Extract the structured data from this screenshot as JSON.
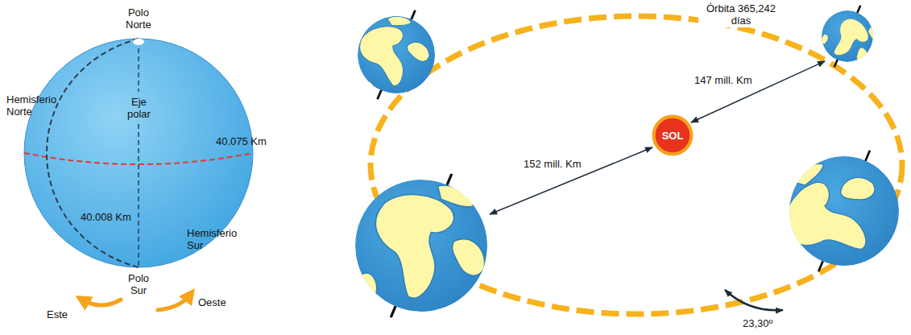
{
  "diagram": {
    "nodes": [
      {
        "text": [
          "SOL"
        ]
      }
    ],
    "labels": [
      "Polo Norte",
      "Hemisferio Norte",
      "Eje polar",
      "40.075 Km",
      "40.008 Km",
      "Hemisferio Sur",
      "Este",
      "Polo Sur",
      "Oeste",
      "Órbita 365,242 días",
      "147 mill. Km",
      "152 mill. Km",
      "23,30º"
    ]
  }
}
